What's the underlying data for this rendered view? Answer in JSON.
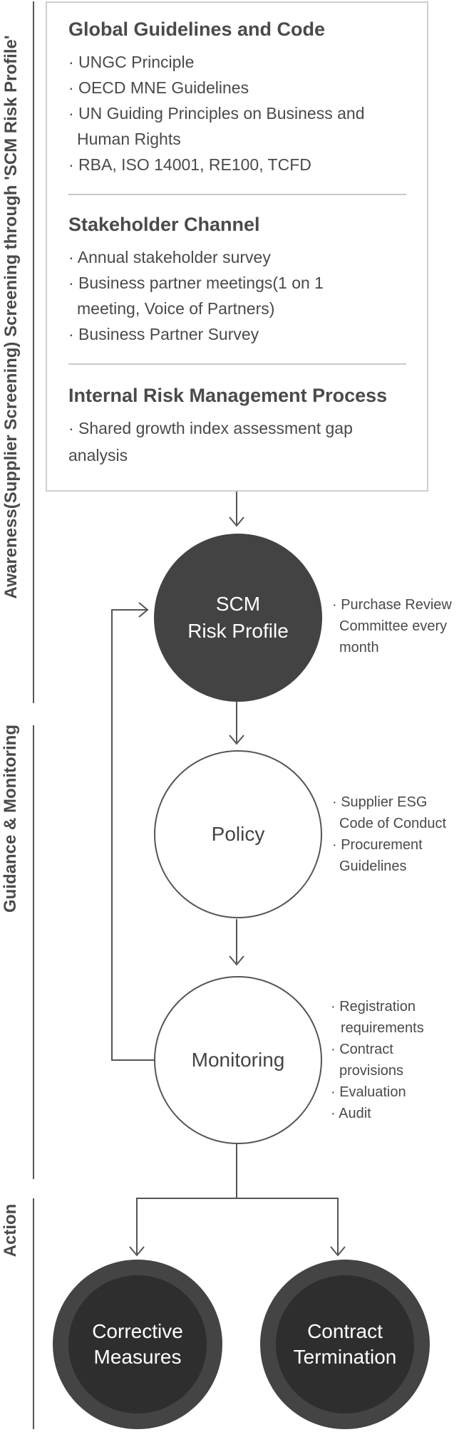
{
  "side_labels": {
    "awareness": "Awareness(Supplier Screening) Screening through 'SCM Risk Profile'",
    "guidance": "Guidance & Monitoring",
    "action": "Action"
  },
  "inputs_box": {
    "sections": [
      {
        "title": "Global Guidelines and Code",
        "items": [
          "· UNGC Principle",
          "· OECD MNE Guidelines",
          "· UN Guiding Principles on Business and",
          "Human Rights",
          "· RBA, ISO 14001, RE100, TCFD"
        ]
      },
      {
        "title": "Stakeholder Channel",
        "items": [
          "· Annual stakeholder survey",
          "· Business partner meetings(1 on 1",
          "meeting, Voice of Partners)",
          "· Business Partner Survey"
        ]
      },
      {
        "title": "Internal Risk Management Process",
        "items": [
          "· Shared growth index assessment gap",
          "analysis"
        ]
      }
    ]
  },
  "nodes": {
    "risk_profile": {
      "line1": "SCM",
      "line2": "Risk Profile"
    },
    "policy": {
      "label": "Policy"
    },
    "monitoring": {
      "label": "Monitoring"
    },
    "corrective": {
      "line1": "Corrective",
      "line2": "Measures"
    },
    "termination": {
      "line1": "Contract",
      "line2": "Termination"
    }
  },
  "notes": {
    "risk_profile": [
      "· Purchase Review",
      "Committee every",
      "month"
    ],
    "policy": [
      "· Supplier ESG",
      "Code of Conduct",
      "· Procurement",
      "Guidelines"
    ],
    "monitoring": [
      "· Registration",
      "requirements",
      "· Contract",
      "provisions",
      "· Evaluation",
      "· Audit"
    ]
  },
  "colors": {
    "dark_node": "#434343",
    "ring_outer": "#444444",
    "ring_inner": "#2e2e2e",
    "line": "#555555",
    "box_border": "#cfcfcf"
  }
}
